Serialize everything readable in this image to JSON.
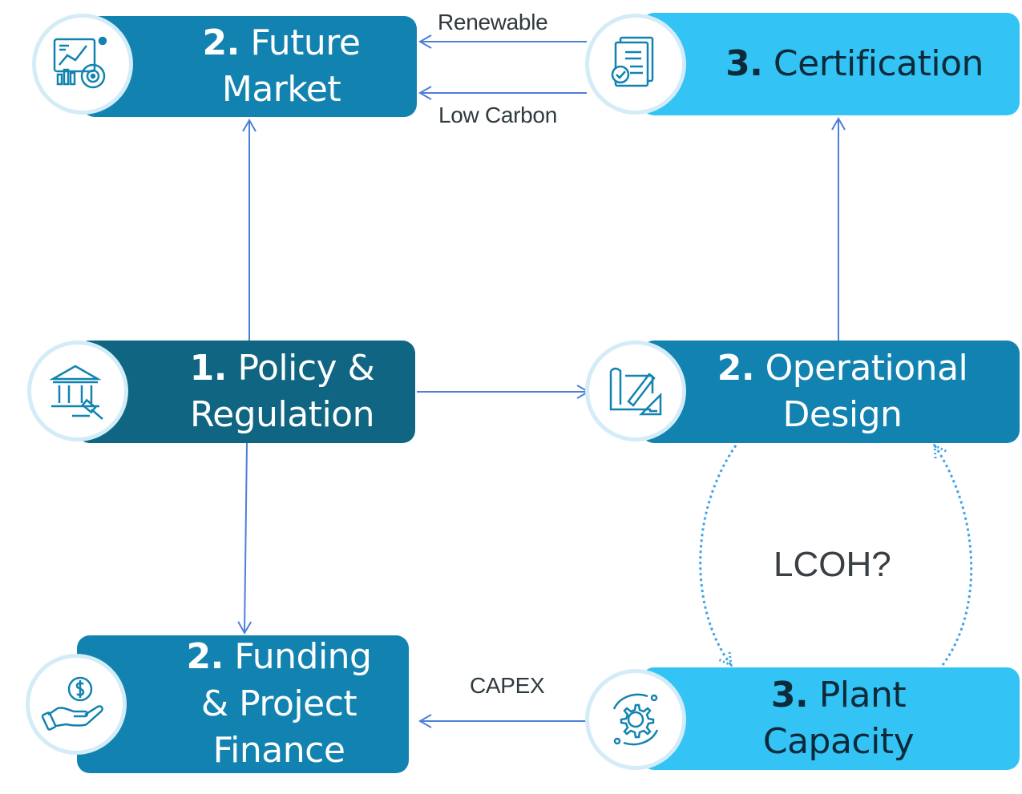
{
  "colors": {
    "tier1": "#0f6582",
    "tier2": "#1283b0",
    "tier3": "#33c4f5",
    "edge": "#4d7fd9",
    "loop": "#3ea3e6"
  },
  "nodes": {
    "future_market": {
      "number": "2.",
      "lines": [
        "Future",
        "Market"
      ],
      "icon": "market-chart-icon"
    },
    "certification": {
      "number": "3.",
      "lines": [
        "Certification"
      ],
      "icon": "certificate-document-icon"
    },
    "policy": {
      "number": "1.",
      "lines": [
        "Policy &",
        "Regulation"
      ],
      "icon": "government-gavel-icon"
    },
    "operational": {
      "number": "2.",
      "lines": [
        "Operational",
        "Design"
      ],
      "icon": "design-blueprint-icon"
    },
    "funding": {
      "number": "2.",
      "lines": [
        "Funding",
        "& Project",
        "Finance"
      ],
      "icon": "money-hand-icon"
    },
    "plant": {
      "number": "3.",
      "lines": [
        "Plant",
        "Capacity"
      ],
      "icon": "gear-cycle-icon"
    }
  },
  "edge_labels": {
    "renewable": "Renewable",
    "low_carbon": "Low Carbon",
    "capex": "CAPEX",
    "lcoh": "LCOH?"
  }
}
